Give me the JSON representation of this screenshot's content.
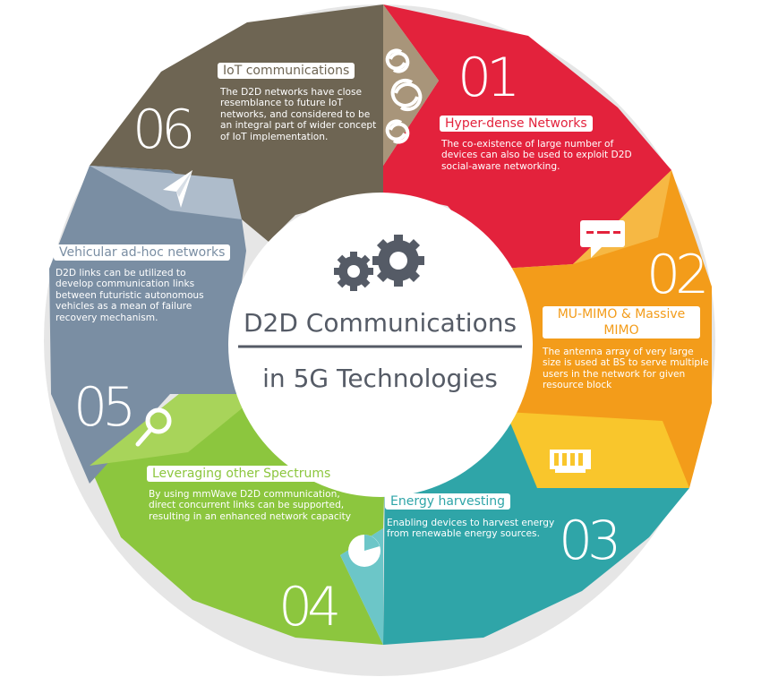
{
  "center": {
    "title_line1": "D2D Communications",
    "title_line2": "in 5G Technologies",
    "gears_icon": "gears-icon"
  },
  "colors": {
    "red": "#e3223c",
    "orange": "#f39c1a",
    "teal": "#2fa5a8",
    "green": "#8cc63e",
    "slate": "#7a8ea3",
    "olive": "#6e6553",
    "center_text": "#555b66"
  },
  "segments": [
    {
      "number": "01",
      "title": "Hyper-dense Networks",
      "description": "The co-existence of large number of devices can also be used to exploit D2D social-aware networking.",
      "icon": "refresh-icon"
    },
    {
      "number": "02",
      "title": "MU-MIMO & Massive MIMO",
      "description": "The antenna array of very large size is used at BS to serve multiple users in the network for given resource block",
      "icon": "chat-bubble-icon"
    },
    {
      "number": "03",
      "title": "Energy harvesting",
      "description": "Enabling devices to harvest energy from renewable energy sources.",
      "icon": "antenna-array-icon"
    },
    {
      "number": "04",
      "title": "Leveraging other Spectrums",
      "description": "By using mmWave D2D communication, direct concurrent links can be supported, resulting in an enhanced network capacity",
      "icon": "pie-chart-icon"
    },
    {
      "number": "05",
      "title": "Vehicular ad-hoc networks",
      "description": "D2D links can be utilized to develop communication links between futuristic autonomous vehicles as a mean of failure recovery mechanism.",
      "icon": "search-icon"
    },
    {
      "number": "06",
      "title": "IoT communications",
      "description": "The D2D networks have close resemblance to future IoT networks, and considered to be an integral part of wider concept of IoT implementation.",
      "icon": "paper-plane-icon"
    }
  ]
}
